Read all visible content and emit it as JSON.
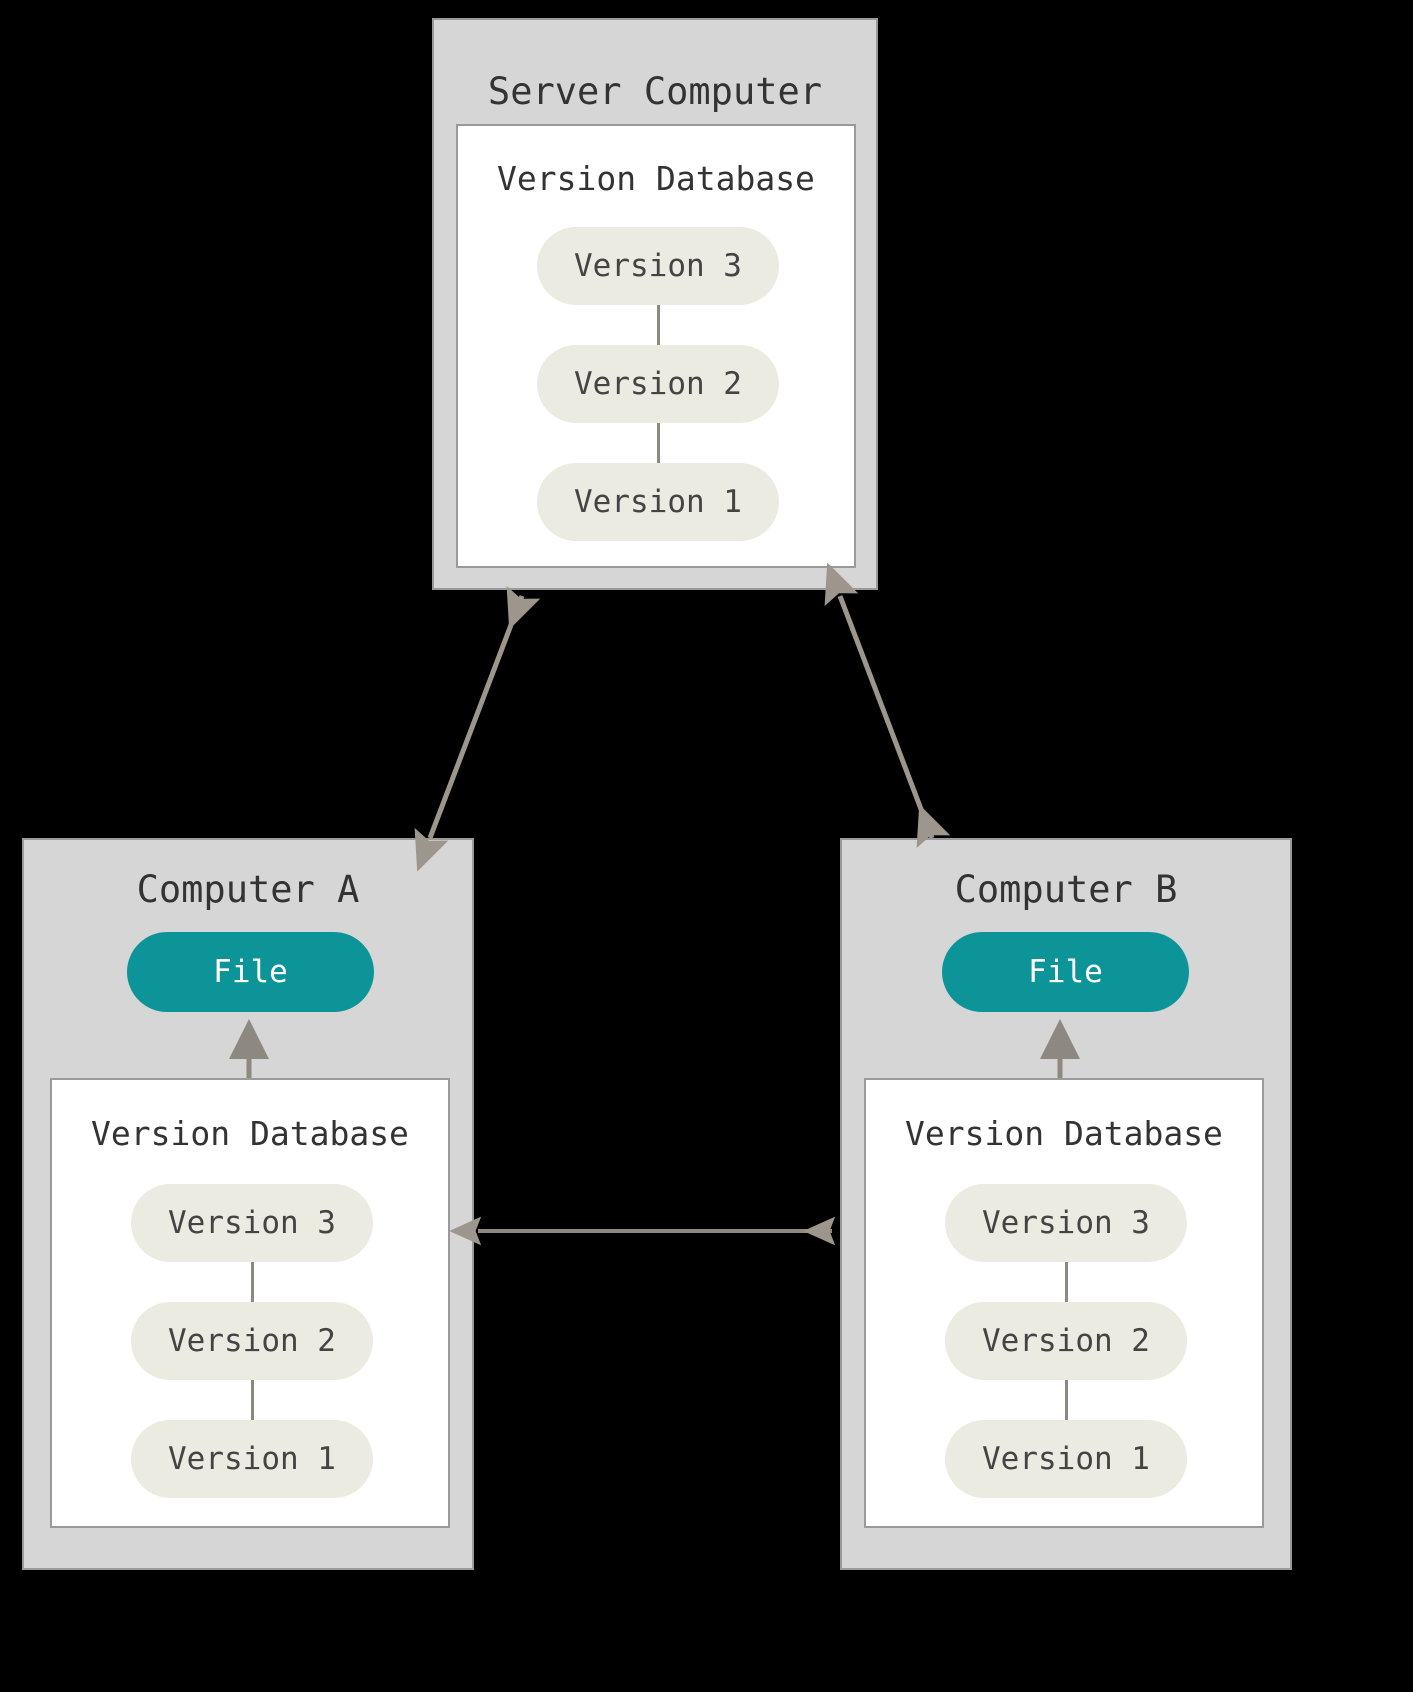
{
  "diagram": {
    "type": "distributed-version-control",
    "background_color": "#000000",
    "accent_color": "#0d9499",
    "panel_color": "#d6d6d6",
    "pill_color": "#ecebe2",
    "arrow_color": "#9d968c"
  },
  "server": {
    "title": "Server Computer",
    "database": {
      "title": "Version Database",
      "versions": [
        {
          "label": "Version 3"
        },
        {
          "label": "Version 2"
        },
        {
          "label": "Version 1"
        }
      ]
    }
  },
  "computer_a": {
    "title": "Computer A",
    "file": {
      "label": "File"
    },
    "database": {
      "title": "Version Database",
      "versions": [
        {
          "label": "Version 3"
        },
        {
          "label": "Version 2"
        },
        {
          "label": "Version 1"
        }
      ]
    }
  },
  "computer_b": {
    "title": "Computer B",
    "file": {
      "label": "File"
    },
    "database": {
      "title": "Version Database",
      "versions": [
        {
          "label": "Version 3"
        },
        {
          "label": "Version 2"
        },
        {
          "label": "Version 1"
        }
      ]
    }
  },
  "connections": [
    {
      "name": "server-to-computer-a",
      "style": "double-arrow"
    },
    {
      "name": "server-to-computer-b",
      "style": "double-arrow"
    },
    {
      "name": "computer-a-to-computer-b",
      "style": "double-arrow"
    },
    {
      "name": "database-a-to-file-a",
      "style": "single-arrow"
    },
    {
      "name": "database-b-to-file-b",
      "style": "single-arrow"
    }
  ]
}
